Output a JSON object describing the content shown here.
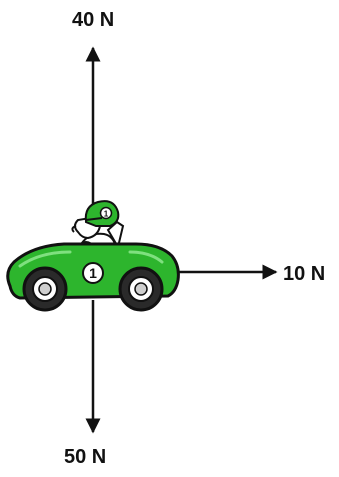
{
  "forces": {
    "up": {
      "label": "40 N",
      "direction": "up"
    },
    "right": {
      "label": "10 N",
      "direction": "right"
    },
    "down": {
      "label": "50 N",
      "direction": "down"
    }
  },
  "car": {
    "number": "1",
    "driver_helmet_number": "1",
    "body_color": "#2db52d",
    "outline_color": "#111111"
  },
  "icons": [
    "race-car-icon",
    "driver-icon"
  ]
}
